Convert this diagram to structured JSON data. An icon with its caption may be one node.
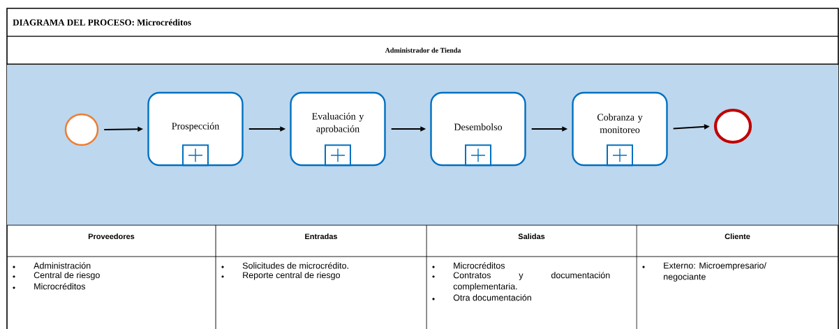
{
  "diagram": {
    "title": "DIAGRAMA DEL PROCESO: Microcréditos",
    "nodes": [
      {
        "text": [
          "Administrador  de Tienda"
        ]
      },
      {
        "text": [],
        "shape": "circle",
        "in": 0
      },
      {
        "text": [
          "Prospección"
        ],
        "in": 0
      },
      {
        "text": [
          "Evaluación y aprobación"
        ],
        "in": 0
      },
      {
        "text": [
          "Desembolso"
        ],
        "in": 0
      },
      {
        "text": [
          "Cobranza y monitoreo"
        ],
        "in": 0
      },
      {
        "text": [],
        "shape": "circle",
        "in": 0
      }
    ],
    "edges": [
      {
        "from": 1,
        "to": 2,
        "arrow": "to"
      },
      {
        "from": 2,
        "to": 3,
        "arrow": "to"
      },
      {
        "from": 3,
        "to": 4,
        "arrow": "to"
      },
      {
        "from": 4,
        "to": 5,
        "arrow": "to"
      },
      {
        "from": 5,
        "to": 6,
        "arrow": "to"
      }
    ],
    "labels": [
      "Proveedores",
      "Entradas",
      "Salidas",
      "Cliente",
      "Administración",
      "Central de riesgo",
      "Microcréditos",
      "Solicitudes de microcrédito.",
      "Reporte central de riesgo",
      "Microcréditos",
      "Contratos y documentación complementaria.",
      "Otra documentación",
      "Externo: Microempresario/ negociante"
    ]
  }
}
